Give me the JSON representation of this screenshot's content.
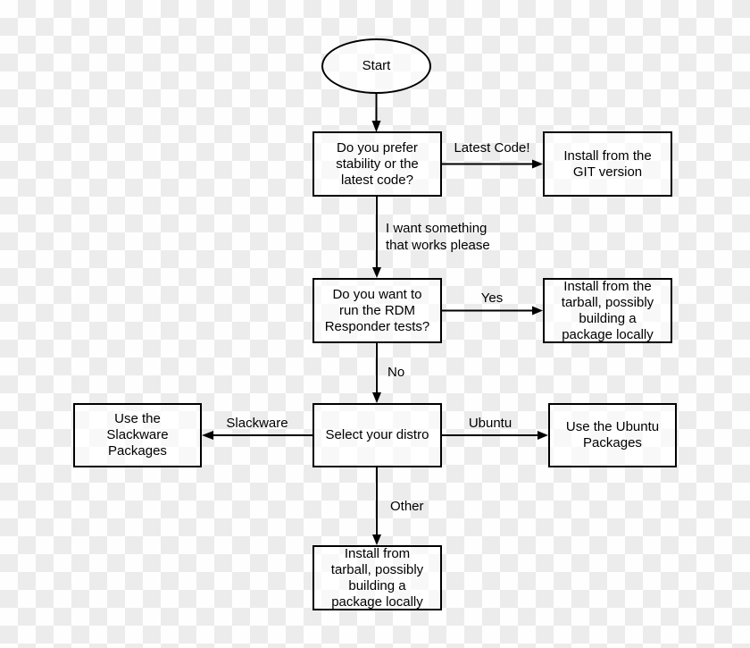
{
  "colors": {
    "line": "#000000",
    "box_border": "#000000",
    "text": "#000000",
    "checker_light": "#fefefe",
    "checker_dark": "#ececec"
  },
  "flowchart": {
    "start": {
      "label": "Start"
    },
    "nodes": {
      "stability_question": {
        "text": "Do you prefer\nstability or the\nlatest code?"
      },
      "install_git": {
        "text": "Install from the\nGIT version"
      },
      "rdm_question": {
        "text": "Do you want to\nrun the RDM\nResponder tests?"
      },
      "install_tarball_right": {
        "text": "Install from the\ntarball, possibly\nbuilding a\npackage locally"
      },
      "slackware_packages": {
        "text": "Use the\nSlackware\nPackages"
      },
      "select_distro": {
        "text": "Select your distro"
      },
      "ubuntu_packages": {
        "text": "Use the Ubuntu\nPackages"
      },
      "install_tarball_bottom": {
        "text": "Install from\ntarball, possibly\nbuilding a\npackage locally"
      }
    },
    "edge_labels": {
      "latest_code": "Latest Code!",
      "works_please": "I want something\nthat works please",
      "yes": "Yes",
      "no": "No",
      "slackware": "Slackware",
      "ubuntu": "Ubuntu",
      "other": "Other"
    }
  }
}
